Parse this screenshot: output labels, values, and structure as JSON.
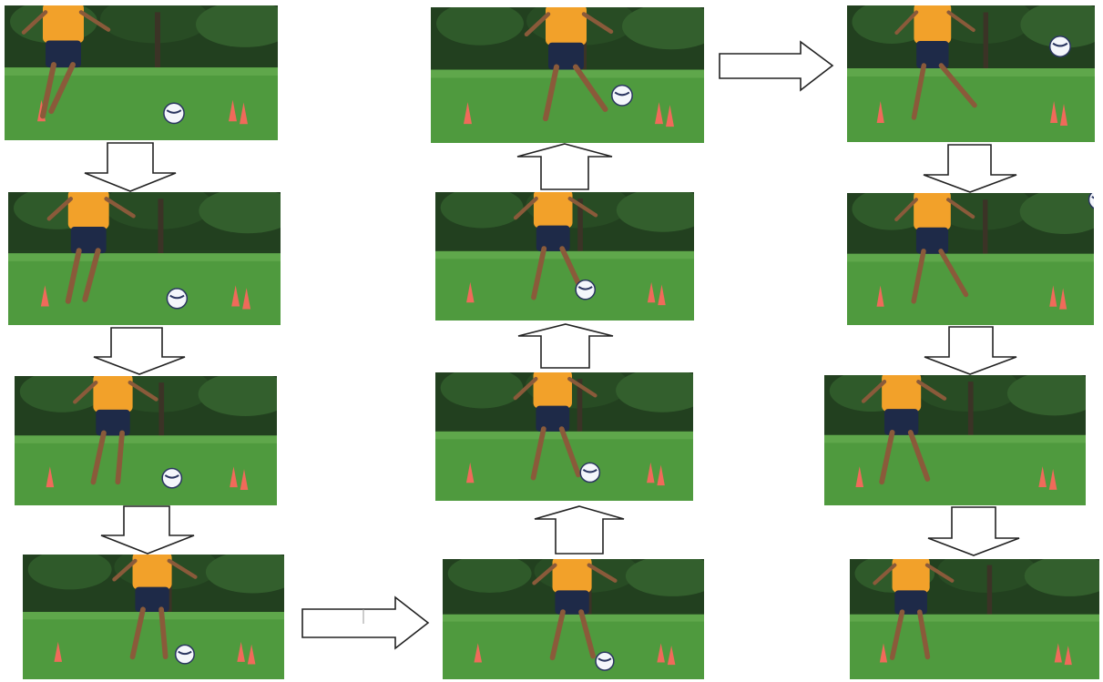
{
  "sequence": {
    "columns": [
      {
        "id": "left",
        "frames": 4,
        "direction": "down"
      },
      {
        "id": "middle",
        "frames": 4,
        "direction": "up"
      },
      {
        "id": "right",
        "frames": 4,
        "direction": "down"
      }
    ],
    "transitions": [
      "down",
      "down",
      "down",
      "right",
      "up",
      "up",
      "up",
      "right",
      "down",
      "down",
      "down"
    ]
  },
  "colors": {
    "shirt": "#f2a12a",
    "shorts": "#1e2a48",
    "skin": "#8a5a3a",
    "cone": "#f06a5a",
    "ball": "#f4f6fb",
    "grass": "#4f9a3e",
    "trees": "#22401f",
    "arrow_stroke": "#222222"
  }
}
